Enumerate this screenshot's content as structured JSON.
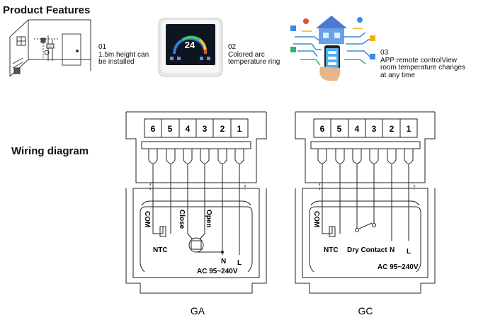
{
  "headings": {
    "features": "Product Features",
    "wiring": "Wiring diagram"
  },
  "features": [
    {
      "num": "01",
      "text1": "1.5m height can",
      "text2": "be installed",
      "icon": "wall-install-illustration"
    },
    {
      "num": "02",
      "text1": "Colored arc",
      "text2": "temperature ring",
      "icon": "thermostat-device-image"
    },
    {
      "num": "03",
      "text1": "APP remote controlView",
      "text2": "room temperature changes",
      "text3": "at any time",
      "icon": "smart-home-app-illustration"
    }
  ],
  "terminals": [
    "6",
    "5",
    "4",
    "3",
    "2",
    "1"
  ],
  "diagrams": {
    "ga": {
      "model": "GA",
      "com": "COM",
      "close": "Close",
      "open": "Open",
      "ntc": "NTC",
      "n": "N",
      "l": "L",
      "power": "AC 95~240V"
    },
    "gc": {
      "model": "GC",
      "com": "COM",
      "ntc": "NTC",
      "dry_contact": "Dry Contact",
      "n": "N",
      "l": "L",
      "power": "AC 95~240V"
    }
  },
  "device": {
    "temp": "24",
    "screen_color": "#0d1620",
    "ring_colors": [
      "#2f7de0",
      "#3fc07a",
      "#f1c232",
      "#e0532f"
    ]
  }
}
